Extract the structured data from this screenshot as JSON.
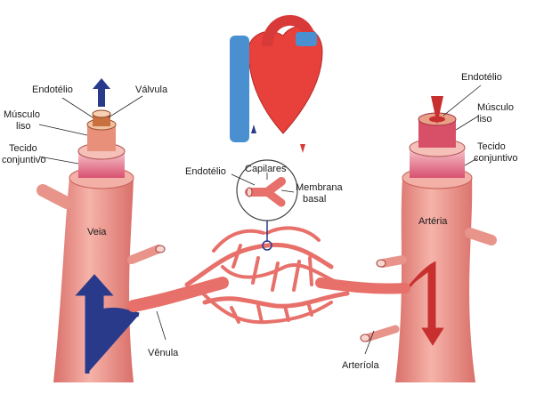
{
  "labels": {
    "vein_endothelium": "Endotélio",
    "valve": "Válvula",
    "vein_muscle_line1": "Músculo",
    "vein_muscle_line2": "liso",
    "vein_tissue_line1": "Tecido",
    "vein_tissue_line2": "conjuntivo",
    "vein": "Veia",
    "venule": "Vênula",
    "capillaries": "Capilares",
    "capillary_endothelium": "Endotélio",
    "membrane_line1": "Membrana",
    "membrane_line2": "basal",
    "artery_endothelium": "Endotélio",
    "artery_muscle_line1": "Músculo",
    "artery_muscle_line2": "liso",
    "artery_tissue_line1": "Tecido",
    "artery_tissue_line2": "conjuntivo",
    "artery": "Artéria",
    "arteriole": "Arteríola"
  },
  "colors": {
    "vessel_wall": "#f0a49a",
    "vessel_shade": "#d96a60",
    "muscle_ring": "#e0607a",
    "blood_arterial": "#d83a3a",
    "blood_venous": "#2a3a8a",
    "heart_red": "#e8403a",
    "heart_blue": "#4a90d0"
  }
}
